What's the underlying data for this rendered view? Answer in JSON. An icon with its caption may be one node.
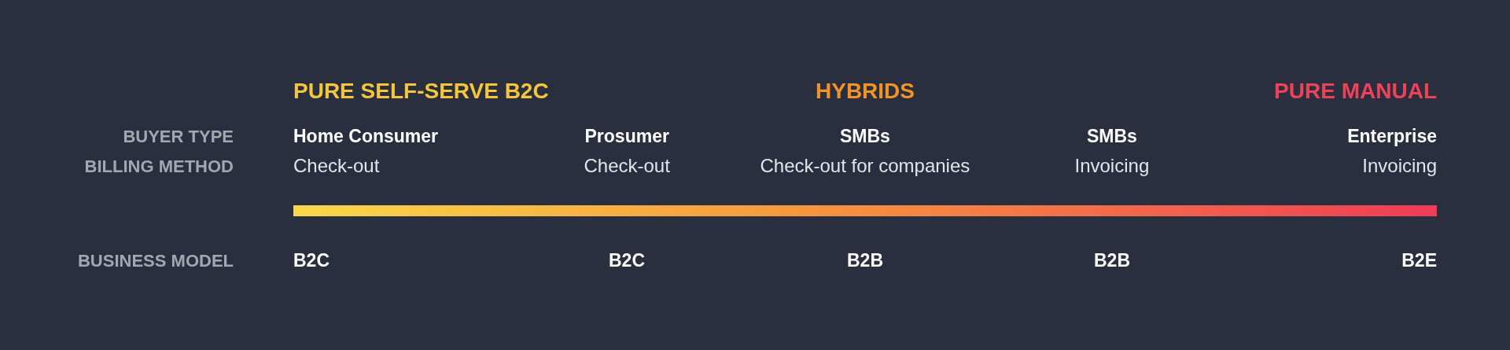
{
  "diagram": {
    "nodes": [
      {
        "text": [],
        "shape": "bar"
      }
    ],
    "labels": [
      "PURE SELF-SERVE B2C",
      "HYBRIDS",
      "PURE MANUAL",
      "BUYER TYPE",
      "Home Consumer",
      "Prosumer",
      "SMBs",
      "SMBs",
      "Enterprise",
      "BILLING METHOD",
      "Check-out",
      "Check-out",
      "Check-out for companies",
      "Invoicing",
      "Invoicing",
      "BUSINESS MODEL",
      "B2C",
      "B2C",
      "B2B",
      "B2B",
      "B2E"
    ]
  }
}
